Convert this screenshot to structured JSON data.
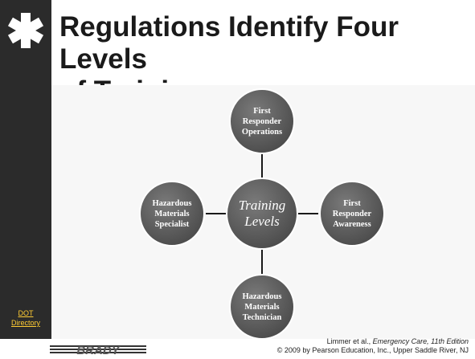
{
  "slide": {
    "title_line1": "Regulations Identify Four Levels",
    "title_line2": "of Training"
  },
  "diagram": {
    "center": {
      "line1": "Training",
      "line2": "Levels"
    },
    "top": {
      "line1": "First",
      "line2": "Responder",
      "line3": "Operations"
    },
    "right": {
      "line1": "First",
      "line2": "Responder",
      "line3": "Awareness"
    },
    "bottom": {
      "line1": "Hazardous",
      "line2": "Materials",
      "line3": "Technician"
    },
    "left": {
      "line1": "Hazardous",
      "line2": "Materials",
      "line3": "Specialist"
    }
  },
  "sidebar": {
    "link_line1": "DOT",
    "link_line2": "Directory"
  },
  "footer": {
    "logo_text": "BRADY",
    "citation_prefix": "Limmer et al., ",
    "citation_title": "Emergency Care, 11th Edition",
    "copyright": "© 2009 by Pearson Education, Inc., Upper Saddle River, NJ"
  },
  "colors": {
    "sidebar": "#2b2b2b",
    "node_fill": "#5c5c5c",
    "link_color": "#ffcc33"
  }
}
